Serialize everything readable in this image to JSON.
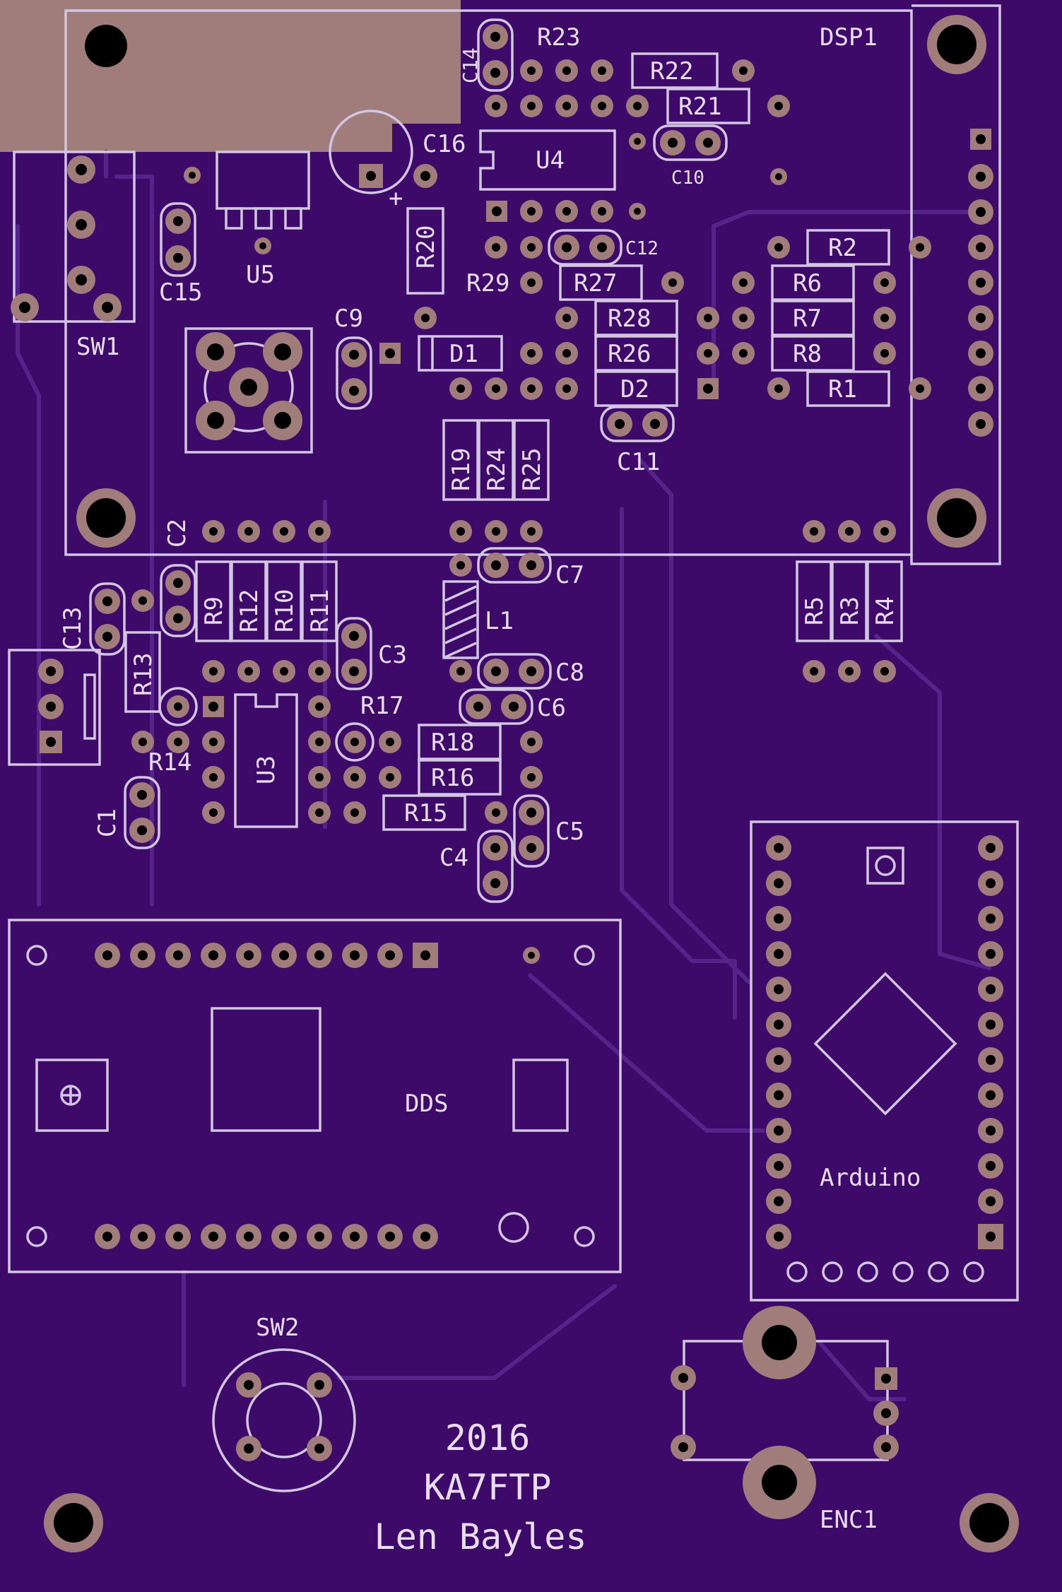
{
  "board": {
    "colors": {
      "substrate": "#3d0a6a",
      "silkscreen": "#d2c6e2",
      "copper": "#a07d7a",
      "trace": "#55238a"
    },
    "credits": [
      "2016",
      "KA7FTP",
      "Len Bayles"
    ]
  },
  "modules": {
    "dsp": "DSP1",
    "dds": "DDS",
    "arduino": "Arduino",
    "encoder": "ENC1",
    "switch1": "SW1",
    "switch2": "SW2"
  },
  "designators": {
    "R23": "R23",
    "R22": "R22",
    "R21": "R21",
    "C14": "C14",
    "C16": "C16",
    "U4": "U4",
    "C10": "C10",
    "C15": "C15",
    "U5": "U5",
    "R20": "R20",
    "C12": "C12",
    "R2": "R2",
    "R29": "R29",
    "R27": "R27",
    "R6": "R6",
    "R28": "R28",
    "R7": "R7",
    "C9": "C9",
    "D1": "D1",
    "R26": "R26",
    "R8": "R8",
    "D2": "D2",
    "R1": "R1",
    "C11": "C11",
    "R19": "R19",
    "R24": "R24",
    "R25": "R25",
    "C2": "C2",
    "C7": "C7",
    "R9": "R9",
    "R12": "R12",
    "R10": "R10",
    "R11": "R11",
    "L1": "L1",
    "R5": "R5",
    "R3": "R3",
    "R4": "R4",
    "C13": "C13",
    "C3": "C3",
    "R13": "R13",
    "C8": "C8",
    "C6": "C6",
    "R17": "R17",
    "R14": "R14",
    "U3": "U3",
    "R18": "R18",
    "R16": "R16",
    "R15": "R15",
    "C1": "C1",
    "C5": "C5",
    "C4": "C4"
  }
}
